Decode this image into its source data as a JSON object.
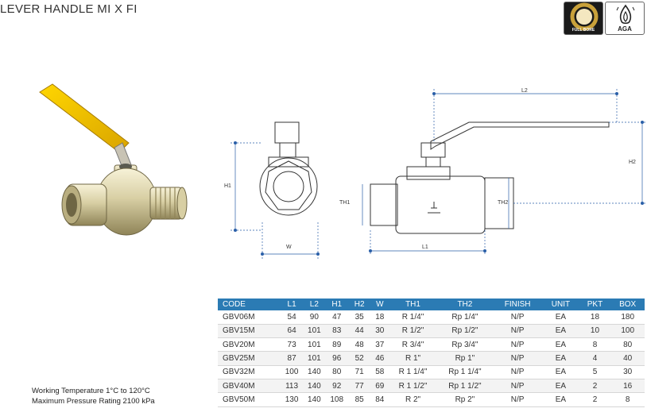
{
  "title": "LEVER HANDLE MI X FI",
  "badges": [
    {
      "icon": "full-bore-icon",
      "label": "FULL BORE"
    },
    {
      "icon": "aga-flame-icon",
      "label": "AGA"
    }
  ],
  "dimension_labels": {
    "l2": "L2",
    "h2": "H2",
    "h1": "H1",
    "th1": "TH1",
    "th2": "TH2",
    "w": "W",
    "l1": "L1"
  },
  "table": {
    "headers": [
      "CODE",
      "L1",
      "L2",
      "H1",
      "H2",
      "W",
      "TH1",
      "TH2",
      "FINISH",
      "UNIT",
      "PKT",
      "BOX"
    ],
    "rows": [
      [
        "GBV06M",
        "54",
        "90",
        "47",
        "35",
        "18",
        "R 1/4\"",
        "Rp 1/4\"",
        "N/P",
        "EA",
        "18",
        "180"
      ],
      [
        "GBV15M",
        "64",
        "101",
        "83",
        "44",
        "30",
        "R 1/2\"",
        "Rp 1/2\"",
        "N/P",
        "EA",
        "10",
        "100"
      ],
      [
        "GBV20M",
        "73",
        "101",
        "89",
        "48",
        "37",
        "R 3/4\"",
        "Rp 3/4\"",
        "N/P",
        "EA",
        "8",
        "80"
      ],
      [
        "GBV25M",
        "87",
        "101",
        "96",
        "52",
        "46",
        "R 1\"",
        "Rp 1\"",
        "N/P",
        "EA",
        "4",
        "40"
      ],
      [
        "GBV32M",
        "100",
        "140",
        "80",
        "71",
        "58",
        "R 1 1/4\"",
        "Rp 1 1/4\"",
        "N/P",
        "EA",
        "5",
        "30"
      ],
      [
        "GBV40M",
        "113",
        "140",
        "92",
        "77",
        "69",
        "R 1 1/2\"",
        "Rp 1 1/2\"",
        "N/P",
        "EA",
        "2",
        "16"
      ],
      [
        "GBV50M",
        "130",
        "140",
        "108",
        "85",
        "84",
        "R 2\"",
        "Rp 2\"",
        "N/P",
        "EA",
        "2",
        "8"
      ]
    ]
  },
  "notes": {
    "working_temp": "Working Temperature  1°C to 120°C",
    "max_pressure": "Maximum Pressure Rating  2100 kPa"
  },
  "colors": {
    "header_blue": "#2b7bb4",
    "handle_yellow": "#f2c300",
    "dimension_blue": "#2a5fa8"
  }
}
